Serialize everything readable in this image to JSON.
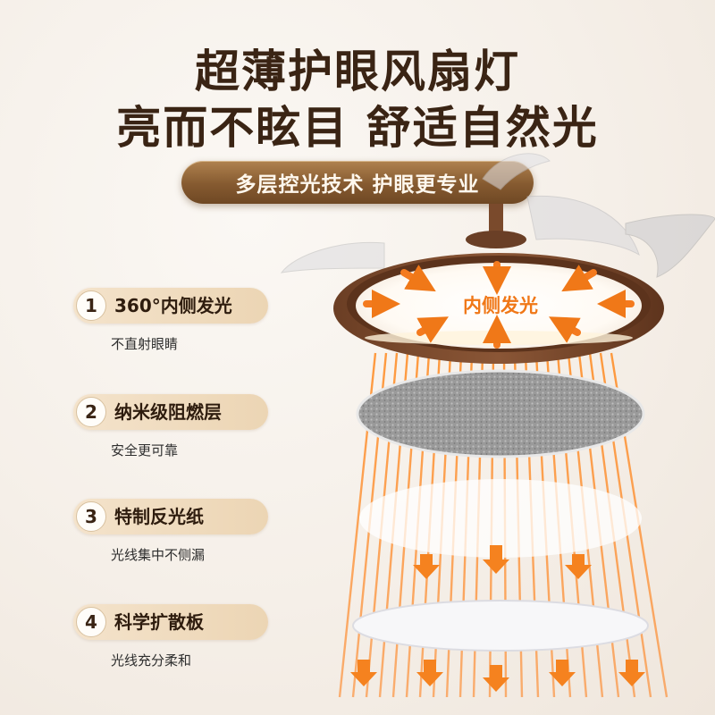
{
  "header": {
    "title_line1": "超薄护眼风扇灯",
    "title_line2": "亮而不眩目 舒适自然光",
    "banner": "多层控光技术 护眼更专业"
  },
  "diagram": {
    "inner_label": "内侧发光"
  },
  "features": [
    {
      "number": "1",
      "title": "360°内侧发光",
      "description": "不直射眼睛"
    },
    {
      "number": "2",
      "title": "纳米级阻燃层",
      "description": "安全更可靠"
    },
    {
      "number": "3",
      "title": "特制反光纸",
      "description": "光线集中不侧漏"
    },
    {
      "number": "4",
      "title": "科学扩散板",
      "description": "光线充分柔和"
    }
  ],
  "colors": {
    "title_text": "#3a2414",
    "accent_orange": "#f07818",
    "wood_brown": "#7a4a2c",
    "pill_gold": "#ecd5b4"
  }
}
